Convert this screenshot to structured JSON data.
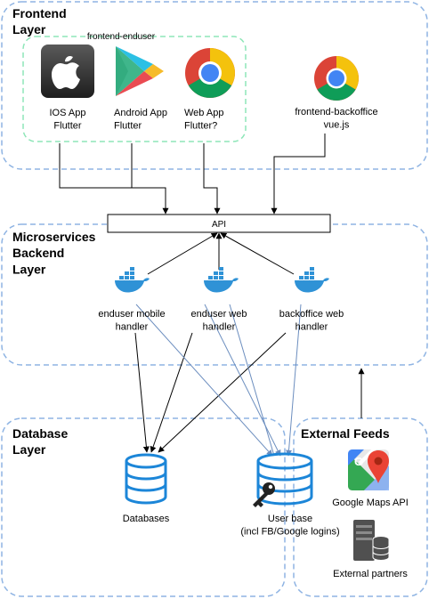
{
  "layers": {
    "frontend": "Frontend\nLayer",
    "microservices": "Microservices\nBackend\nLayer",
    "database": "Database\nLayer",
    "external": "External Feeds"
  },
  "frontend_group": {
    "title": "frontend-enduser"
  },
  "clients": {
    "ios": {
      "label": "IOS App\nFlutter",
      "icon": "apple-icon"
    },
    "android": {
      "label": "Android App\nFlutter",
      "icon": "google-play-icon"
    },
    "web": {
      "label": "Web App\nFlutter?",
      "icon": "chrome-icon"
    },
    "backoffice": {
      "label": "frontend-backoffice\nvue.js",
      "icon": "chrome-icon"
    }
  },
  "api": {
    "label": "API"
  },
  "services": {
    "enduser_mobile": {
      "label": "enduser mobile\nhandler",
      "icon": "docker-icon"
    },
    "enduser_web": {
      "label": "enduser web\nhandler",
      "icon": "docker-icon"
    },
    "backoffice_web": {
      "label": "backoffice web\nhandler",
      "icon": "docker-icon"
    }
  },
  "databases": {
    "main": {
      "label": "Databases",
      "icon": "database-icon"
    },
    "users": {
      "label": "User base\n(incl FB/Google logins)",
      "icon": "database-key-icon"
    }
  },
  "feeds": {
    "maps": {
      "label": "Google Maps API",
      "icon": "google-maps-icon"
    },
    "partners": {
      "label": "External partners",
      "icon": "server-icon"
    }
  },
  "colors": {
    "layer_border": "#8fb4e3",
    "group_border": "#8ee6b8",
    "docker": "#2f92d6",
    "database": "#1c86d8",
    "db_link": "#6c8ebf"
  }
}
